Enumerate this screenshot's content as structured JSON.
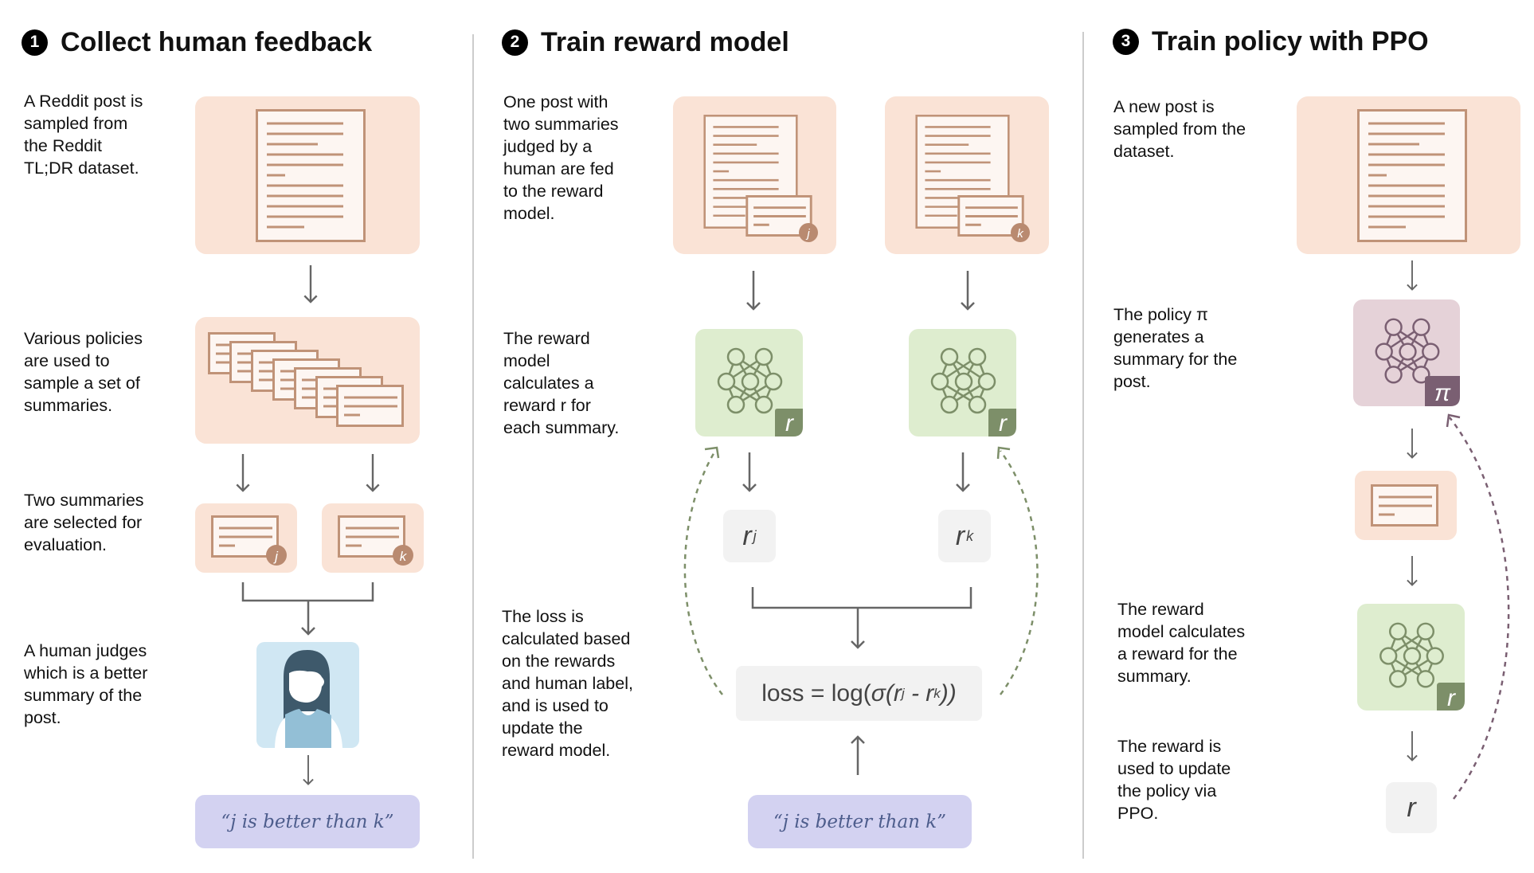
{
  "colors": {
    "post_bg": "#fae3d6",
    "page_stroke": "#c09378",
    "reward_bg": "#deedcf",
    "reward_accent": "#7d8f69",
    "policy_bg": "#e5d2d8",
    "policy_accent": "#7a5f72",
    "human_bg": "#d0e7f3",
    "label_bg": "#d3d2f1",
    "value_bg": "#f2f2f2",
    "arrow": "#666666"
  },
  "step1": {
    "number": "1",
    "title": "Collect human feedback",
    "desc_post": "A Reddit post is\nsampled from\nthe Reddit\nTL;DR dataset.",
    "desc_policies": "Various policies\nare used to\nsample a set of\nsummaries.",
    "desc_select": "Two summaries\nare selected for\nevaluation.",
    "desc_judge": "A human judges\nwhich is a better\nsummary of the\npost.",
    "badge_j": "j",
    "badge_k": "k",
    "label": "“j is better than k”"
  },
  "step2": {
    "number": "2",
    "title": "Train reward model",
    "desc_input": "One post with\ntwo summaries\njudged by a\nhuman are fed\nto the reward\nmodel.",
    "desc_reward": "The reward\nmodel\ncalculates a\nreward r for\neach summary.",
    "desc_loss": "The loss is\ncalculated based\non the rewards\nand human label,\nand is used to\nupdate the\nreward model.",
    "badge_j": "j",
    "badge_k": "k",
    "model_badge": "r",
    "reward_symbol": "r",
    "sub_j": "j",
    "sub_k": "k",
    "loss": {
      "prefix": "loss = log(",
      "sigma": "σ(r",
      "sub_j": "j",
      "minus": " - r",
      "sub_k": "k",
      "suffix": "))"
    },
    "label": "“j is better than k”"
  },
  "step3": {
    "number": "3",
    "title": "Train policy with PPO",
    "desc_post": "A new post is\nsampled from the\ndataset.",
    "desc_policy": "The policy π\ngenerates a\nsummary for the\npost.",
    "desc_reward": "The reward\nmodel calculates\na reward for the\nsummary.",
    "desc_update": "The reward is\nused to update\nthe policy via\nPPO.",
    "policy_badge": "π",
    "model_badge": "r",
    "reward_symbol": "r"
  }
}
